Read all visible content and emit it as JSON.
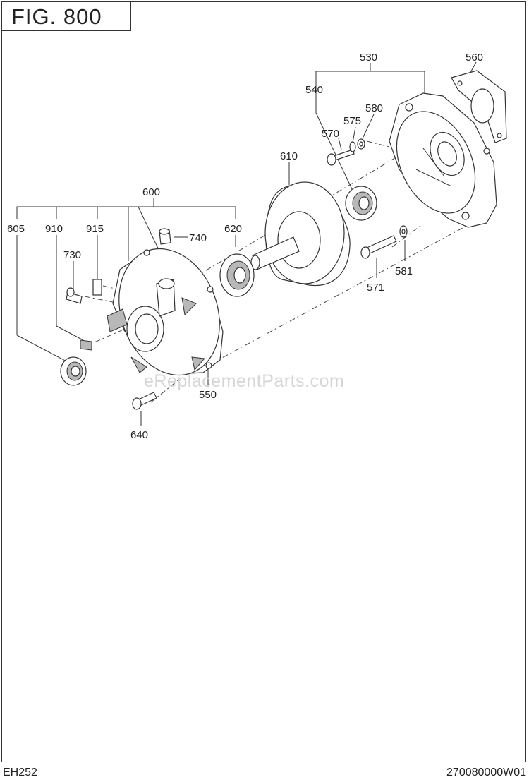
{
  "figure": {
    "title": "FIG. 800"
  },
  "footer": {
    "model": "EH252",
    "code": "270080000W01"
  },
  "watermark": "eReplacementParts.com",
  "callouts": {
    "p530": "530",
    "p560": "560",
    "p540": "540",
    "p580": "580",
    "p575": "575",
    "p570": "570",
    "p610": "610",
    "p600": "600",
    "p605": "605",
    "p910": "910",
    "p915": "915",
    "p620": "620",
    "p740": "740",
    "p730": "730",
    "p571": "571",
    "p581": "581",
    "p550": "550",
    "p640": "640"
  }
}
